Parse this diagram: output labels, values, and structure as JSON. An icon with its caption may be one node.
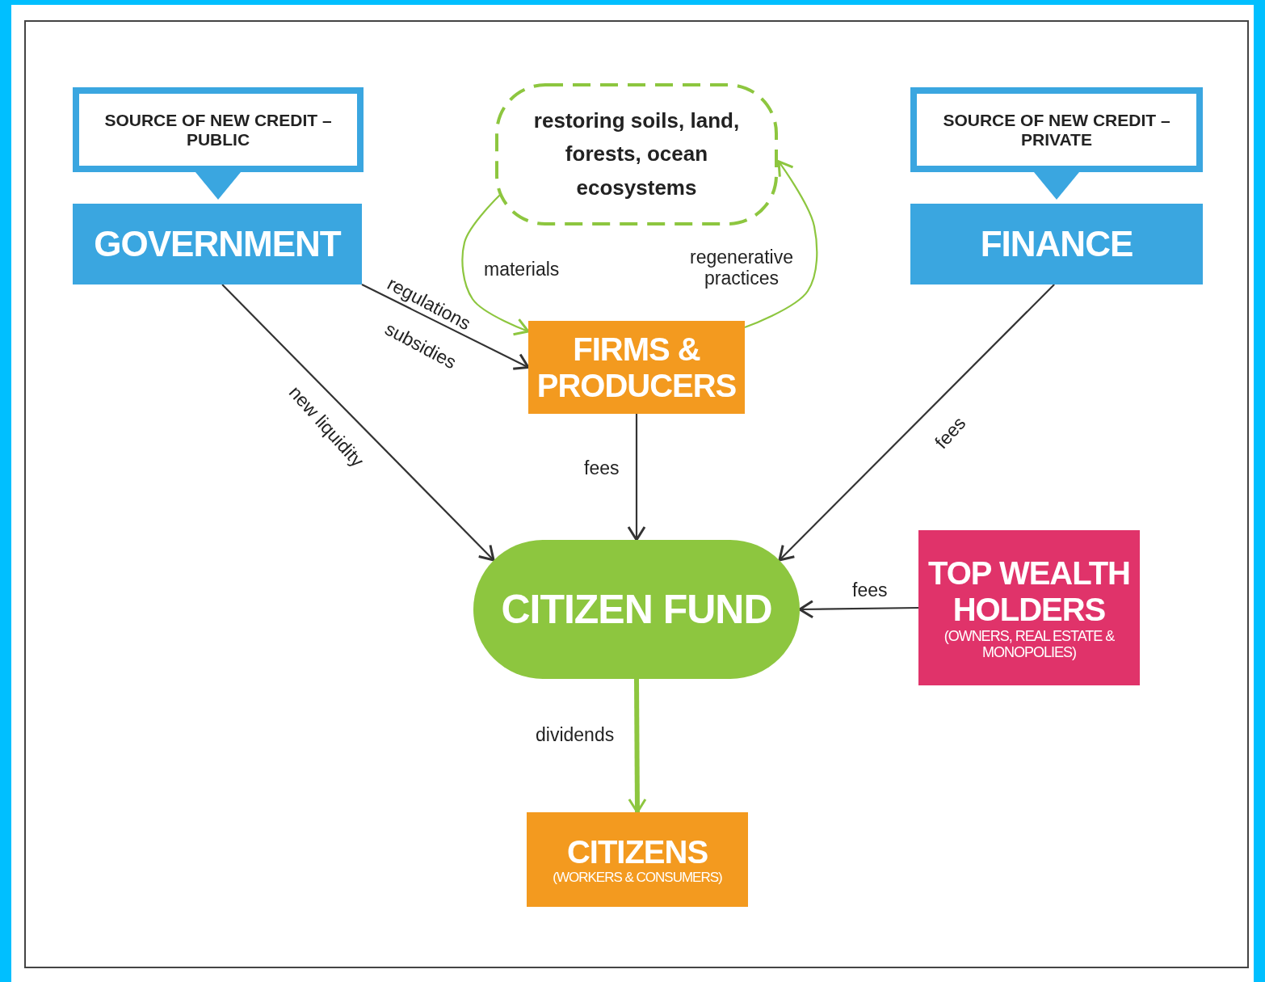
{
  "diagram": {
    "nodes": [
      {
        "text": [
          "SOURCE OF NEW CREDIT – PUBLIC"
        ]
      },
      {
        "text": [
          "restoring soils, land, forests, ocean ecosystems"
        ]
      },
      {
        "text": [
          "SOURCE OF NEW CREDIT – PRIVATE"
        ]
      },
      {
        "text": [
          "GOVERNMENT"
        ]
      },
      {
        "text": [
          "FINANCE"
        ]
      },
      {
        "text": [
          "FIRMS & PRODUCERS"
        ]
      },
      {
        "text": [
          "CITIZEN FUND"
        ]
      },
      {
        "text": [
          "TOP WEALTH HOLDERS",
          "(OWNERS, REAL ESTATE & MONOPOLIES)"
        ]
      },
      {
        "text": [
          "CITIZENS",
          "(WORKERS & CONSUMERS)"
        ]
      }
    ],
    "edges": [
      {
        "from": 3,
        "to": 5,
        "arrow": "to",
        "label": "regulations"
      },
      {
        "from": 3,
        "to": 6,
        "arrow": "to",
        "label": "new liquidity"
      },
      {
        "from": 5,
        "to": 6,
        "arrow": "to",
        "label": "fees"
      },
      {
        "from": 4,
        "to": 6,
        "arrow": "to",
        "label": "fees"
      },
      {
        "from": 7,
        "to": 6,
        "arrow": "to",
        "label": "fees"
      },
      {
        "from": 6,
        "to": 8,
        "arrow": "to",
        "label": "dividends",
        "style": "thick",
        "color": "#8dc63f"
      },
      {
        "from": 1,
        "to": 5,
        "arrow": "to",
        "label": "materials",
        "color": "#8dc63f"
      },
      {
        "from": 5,
        "to": 1,
        "arrow": "to",
        "label": "regenerative practices",
        "color": "#8dc63f"
      }
    ],
    "labels": [
      "subsidies"
    ]
  }
}
